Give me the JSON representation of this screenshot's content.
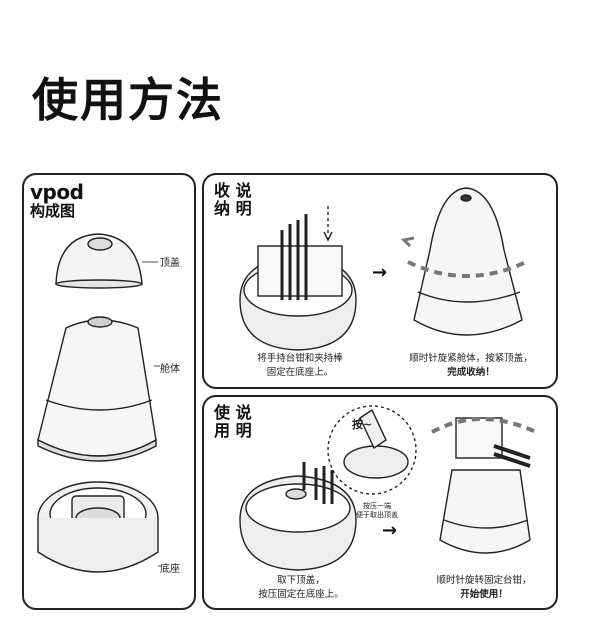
{
  "page_title": "使用方法",
  "components": {
    "brand": "vpod",
    "heading": "构成图",
    "labels": {
      "top_cover": "顶盖",
      "body": "舱体",
      "base": "底座"
    }
  },
  "store": {
    "heading_line1": "收 说",
    "heading_line2": "纳 明",
    "arrow": "→",
    "caption1_line1": "将手持台钳和夹持棒",
    "caption1_line2": "固定在底座上。",
    "caption2_line1": "顺时针旋紧舱体，按紧顶盖，",
    "caption2_line2": "完成收纳！"
  },
  "use": {
    "heading_line1": "使 说",
    "heading_line2": "用 明",
    "press_label": "按~",
    "press_note_line1": "按压一端",
    "press_note_line2": "便于取出顶盖",
    "arrow": "→",
    "caption1_line1": "取下顶盖，",
    "caption1_line2": "按压固定在底座上。",
    "caption2_line1": "顺时针旋转固定台钳，",
    "caption2_line2": "开始使用！"
  }
}
